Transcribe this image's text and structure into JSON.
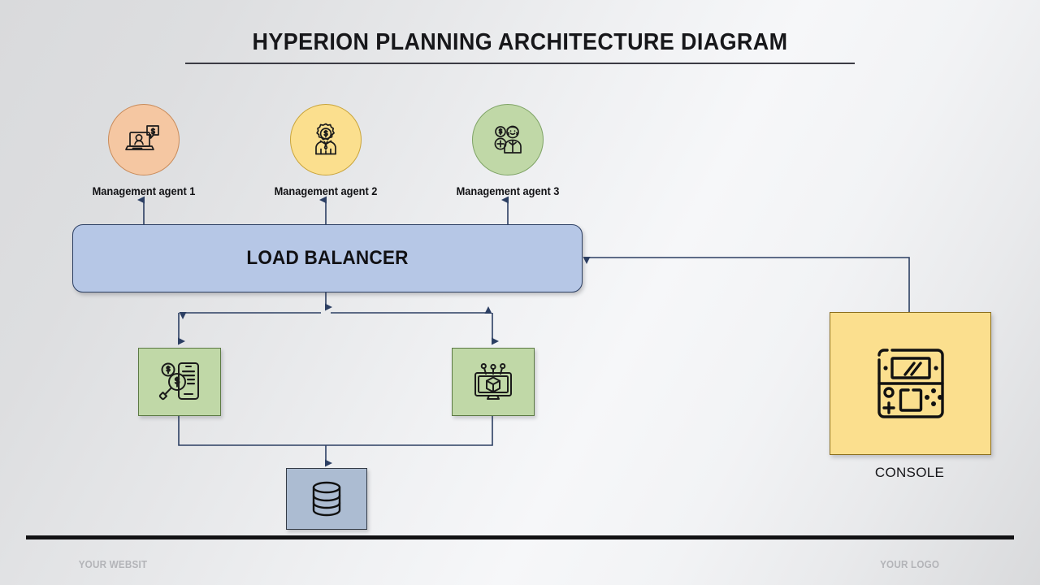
{
  "title": {
    "text": "HYPERION PLANNING ARCHITECTURE DIAGRAM"
  },
  "agents": [
    {
      "label": "Management agent 1",
      "icon": "laptop-person-dollar-icon",
      "fill": "#f5c7a2",
      "stroke": "#c98b5a"
    },
    {
      "label": "Management agent 2",
      "icon": "business-person-gear-dollar-icon",
      "fill": "#fbdf8e",
      "stroke": "#c9a43a"
    },
    {
      "label": "Management agent 3",
      "icon": "person-badges-icon",
      "fill": "#c0d8a7",
      "stroke": "#7ea365"
    }
  ],
  "load_balancer": {
    "label": "LOAD BALANCER",
    "fill": "#b6c7e6",
    "stroke": "#2c3f63"
  },
  "services": [
    {
      "icon": "mobile-finance-search-icon",
      "fill": "#c0d8a7",
      "stroke": "#5c7a44"
    },
    {
      "icon": "monitor-cube-network-icon",
      "fill": "#c0d8a7",
      "stroke": "#5c7a44"
    }
  ],
  "database": {
    "icon": "database-cylinder-icon",
    "fill": "#acbcd2",
    "stroke": "#333a45"
  },
  "console": {
    "label": "CONSOLE",
    "icon": "handheld-game-console-icon",
    "fill": "#fbdf8e",
    "stroke": "#8a6d1e"
  },
  "connectors": {
    "stroke": "#2c3f63"
  },
  "footer": {
    "website": "YOUR WEBSIT",
    "logo": "YOUR LOGO"
  }
}
